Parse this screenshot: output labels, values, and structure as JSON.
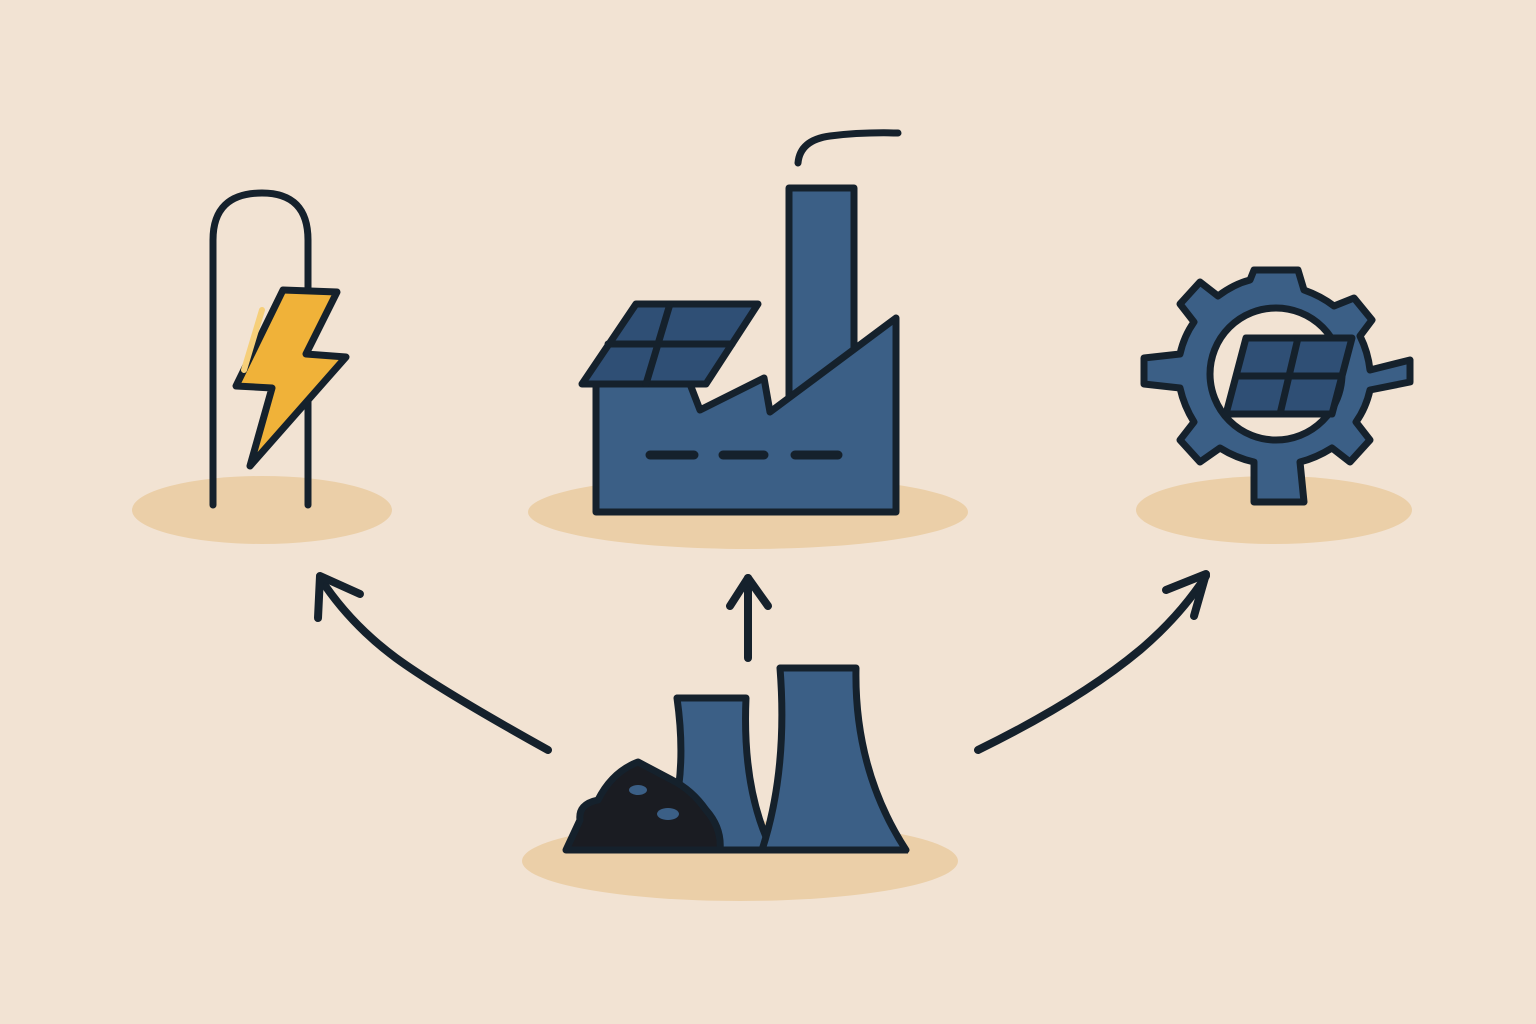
{
  "diagram": {
    "colors": {
      "background": "#f2e3d3",
      "platform": "#ebcfa8",
      "stroke": "#15212c",
      "fill_blue": "#3b5f86",
      "panel_blue": "#2f4f75",
      "bolt_yellow": "#f0b239",
      "coal": "#1a1c22"
    },
    "nodes": [
      {
        "id": "power-plant",
        "icon": "cooling-towers-with-coal-pile-icon",
        "role": "source"
      },
      {
        "id": "electricity",
        "icon": "power-line-lightning-icon",
        "role": "output"
      },
      {
        "id": "factory",
        "icon": "factory-with-solar-roof-icon",
        "role": "output"
      },
      {
        "id": "manufacturing",
        "icon": "gear-with-solar-panel-icon",
        "role": "output"
      }
    ],
    "edges": [
      {
        "from": "power-plant",
        "to": "electricity"
      },
      {
        "from": "power-plant",
        "to": "factory"
      },
      {
        "from": "power-plant",
        "to": "manufacturing"
      }
    ]
  }
}
